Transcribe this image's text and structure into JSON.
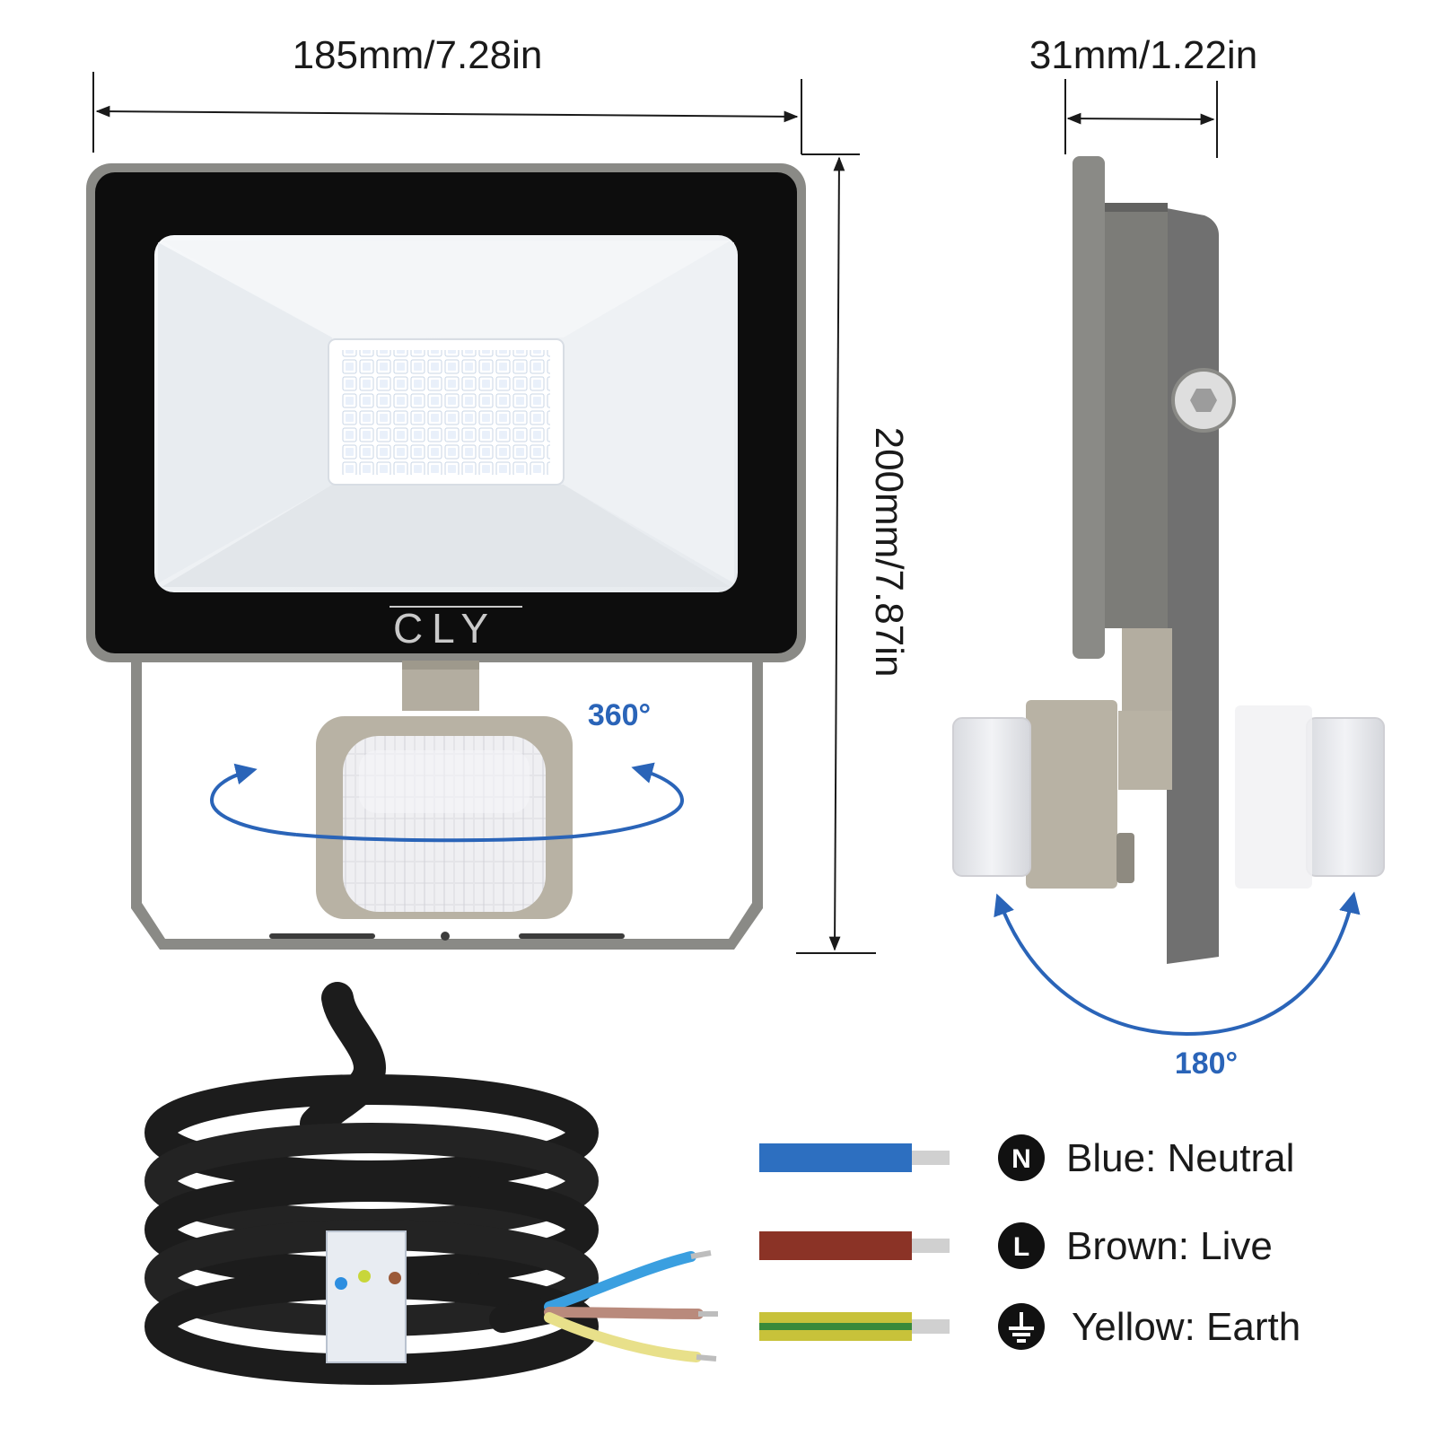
{
  "dimensions": {
    "width": "185mm/7.28in",
    "height": "200mm/7.87in",
    "depth": "31mm/1.22in"
  },
  "rotation": {
    "sensor_swivel": "360°",
    "sensor_tilt": "180°"
  },
  "brand": {
    "logo_text": "CLY"
  },
  "wiring_legend": [
    {
      "symbol": "N",
      "label": "Blue: Neutral",
      "color": "#2d6fc0"
    },
    {
      "symbol": "L",
      "label": "Brown: Live",
      "color": "#8b3326"
    },
    {
      "symbol": "earth-icon",
      "label": "Yellow: Earth",
      "color": "#c8c23a"
    }
  ],
  "colors": {
    "housing": "#8a8a86",
    "bezel": "#0d0d0d",
    "arrow": "#2a64b8",
    "cable": "#1c1c1c"
  }
}
